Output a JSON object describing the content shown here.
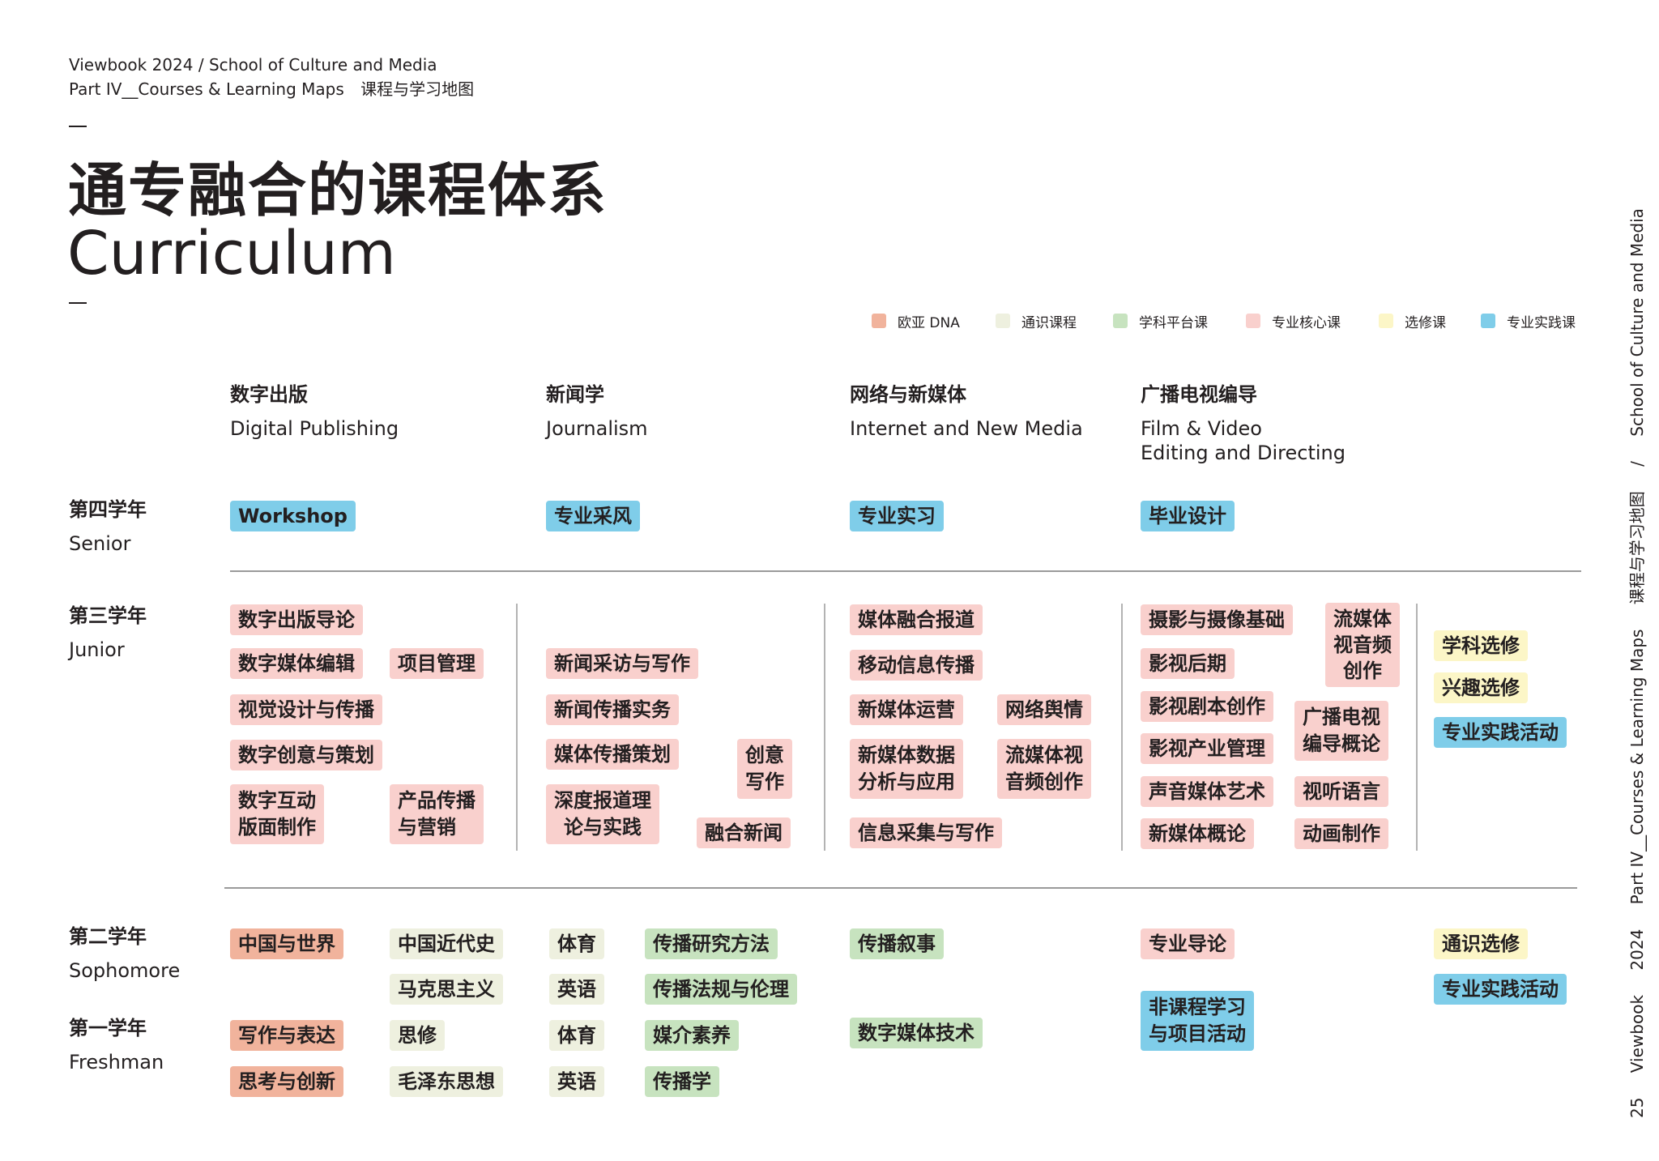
{
  "header": {
    "line1_viewbook": "Viewbook",
    "line1_year": "2024",
    "line1_sep": "/",
    "line1_school": "School of Culture and Media",
    "line2_part": "Part IV__Courses & Learning Maps",
    "line2_cn": "课程与学习地图"
  },
  "title": {
    "cn": "通专融合的课程体系",
    "en": "Curriculum"
  },
  "legend": [
    {
      "label": "欧亚 DNA",
      "color": "#f1b39c"
    },
    {
      "label": "通识课程",
      "color": "#eef0df"
    },
    {
      "label": "学科平台课",
      "color": "#c7e3bf"
    },
    {
      "label": "专业核心课",
      "color": "#f9d0cd"
    },
    {
      "label": "选修课",
      "color": "#fcf6c7"
    },
    {
      "label": "专业实践课",
      "color": "#7fcde9"
    }
  ],
  "columns": [
    {
      "cn": "数字出版",
      "en": "Digital Publishing"
    },
    {
      "cn": "新闻学",
      "en": "Journalism"
    },
    {
      "cn": "网络与新媒体",
      "en": "Internet and New Media"
    },
    {
      "cn": "广播电视编导",
      "en1": "Film & Video",
      "en2": "Editing and Directing"
    }
  ],
  "rows": {
    "senior": {
      "cn": "第四学年",
      "en": "Senior"
    },
    "junior": {
      "cn": "第三学年",
      "en": "Junior"
    },
    "sophomore": {
      "cn": "第二学年",
      "en": "Sophomore"
    },
    "freshman": {
      "cn": "第一学年",
      "en": "Freshman"
    }
  },
  "senior": [
    "Workshop",
    "专业采风",
    "专业实习",
    "毕业设计"
  ],
  "junior": {
    "dp": [
      "数字出版导论",
      "数字媒体编辑",
      "项目管理",
      "视觉设计与传播",
      "数字创意与策划",
      "数字互动",
      "版面制作",
      "产品传播",
      "与营销"
    ],
    "jn": [
      "新闻采访与写作",
      "新闻传播实务",
      "媒体传播策划",
      "创意",
      "写作",
      "深度报道理",
      "论与实践",
      "融合新闻"
    ],
    "nm": [
      "媒体融合报道",
      "移动信息传播",
      "新媒体运营",
      "网络舆情",
      "新媒体数据",
      "分析与应用",
      "流媒体视",
      "音频创作",
      "信息采集与写作"
    ],
    "fv": [
      "摄影与摄像基础",
      "影视后期",
      "影视剧本创作",
      "影视产业管理",
      "声音媒体艺术",
      "新媒体概论",
      "流媒体",
      "视音频",
      "创作",
      "广播电视",
      "编导概论",
      "视听语言",
      "动画制作"
    ],
    "elective": [
      "学科选修",
      "兴趣选修",
      "专业实践活动"
    ]
  },
  "lower": {
    "soph": [
      "中国与世界",
      "中国近代史",
      "体育",
      "传播研究方法",
      "传播叙事",
      "专业导论",
      "通识选修"
    ],
    "mid": [
      "马克思主义",
      "英语",
      "传播法规与伦理",
      "专业实践活动"
    ],
    "fresh1": [
      "写作与表达",
      "思修",
      "体育",
      "媒介素养",
      "数字媒体技术",
      "非课程学习",
      "与项目活动"
    ],
    "fresh2": [
      "思考与创新",
      "毛泽东思想",
      "英语",
      "传播学"
    ]
  },
  "sidebar": {
    "page": "25",
    "viewbook": "Viewbook",
    "year": "2024",
    "part": "Part IV__Courses & Learning Maps",
    "cn": "课程与学习地图",
    "sep": "/",
    "school": "School of Culture and Media"
  }
}
